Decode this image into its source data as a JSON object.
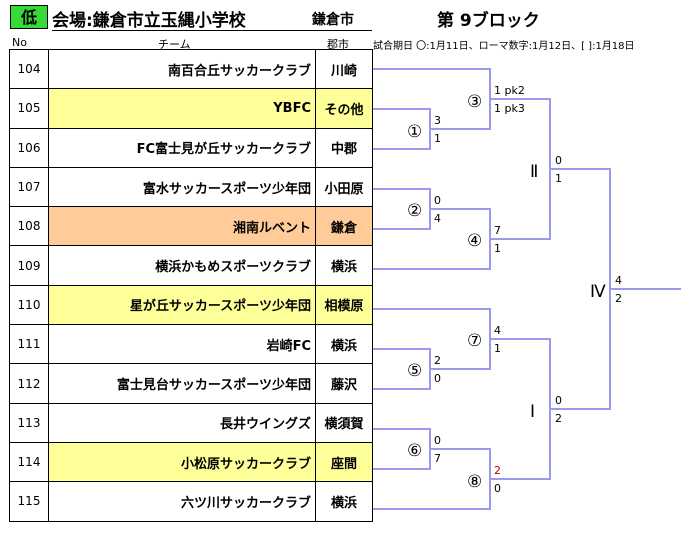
{
  "header": {
    "level": "低",
    "venue": "会場:鎌倉市立玉縄小学校",
    "city": "鎌倉市",
    "block": "第 9ブロック"
  },
  "columns": {
    "no": "No",
    "team": "チーム",
    "city": "郡市"
  },
  "legend": "試合期日 〇:1月11日、ローマ数字:1月12日、[ ]:1月18日",
  "teams": [
    {
      "no": "104",
      "name": "南百合丘サッカークラブ",
      "city": "川崎",
      "highlight": ""
    },
    {
      "no": "105",
      "name": "YBFC",
      "city": "その他",
      "highlight": "yellow"
    },
    {
      "no": "106",
      "name": "FC富士見が丘サッカークラブ",
      "city": "中郡",
      "highlight": ""
    },
    {
      "no": "107",
      "name": "富水サッカースポーツ少年団",
      "city": "小田原",
      "highlight": ""
    },
    {
      "no": "108",
      "name": "湘南ルベント",
      "city": "鎌倉",
      "highlight": "orange"
    },
    {
      "no": "109",
      "name": "横浜かもめスポーツクラブ",
      "city": "横浜",
      "highlight": ""
    },
    {
      "no": "110",
      "name": "星が丘サッカースポーツ少年団",
      "city": "相模原",
      "highlight": "yellow"
    },
    {
      "no": "111",
      "name": "岩崎FC",
      "city": "横浜",
      "highlight": ""
    },
    {
      "no": "112",
      "name": "富士見台サッカースポーツ少年団",
      "city": "藤沢",
      "highlight": ""
    },
    {
      "no": "113",
      "name": "長井ウイングズ",
      "city": "横須賀",
      "highlight": ""
    },
    {
      "no": "114",
      "name": "小松原サッカークラブ",
      "city": "座間",
      "highlight": "yellow"
    },
    {
      "no": "115",
      "name": "六ツ川サッカークラブ",
      "city": "横浜",
      "highlight": ""
    }
  ],
  "bracket": {
    "colors": {
      "line": "#9999ee",
      "red_score": "#cc0000"
    },
    "matches": {
      "m1": {
        "label": "①",
        "top": "3",
        "bottom": "1"
      },
      "m2": {
        "label": "②",
        "top": "0",
        "bottom": "4"
      },
      "m3": {
        "label": "③",
        "top": "1 pk2",
        "bottom": "1 pk3"
      },
      "m4": {
        "label": "④",
        "top": "7",
        "bottom": "1"
      },
      "m5": {
        "label": "⑤",
        "top": "2",
        "bottom": "0"
      },
      "m6": {
        "label": "⑥",
        "top": "0",
        "bottom": "7"
      },
      "m7": {
        "label": "⑦",
        "top": "4",
        "bottom": "1"
      },
      "m8": {
        "label": "⑧",
        "top": "2",
        "bottom": "0"
      },
      "r2": {
        "label": "Ⅱ",
        "top": "0",
        "bottom": "1"
      },
      "r1": {
        "label": "Ⅰ",
        "top": "0",
        "bottom": "2"
      },
      "r4": {
        "label": "Ⅳ",
        "top": "4",
        "bottom": "2"
      }
    }
  }
}
